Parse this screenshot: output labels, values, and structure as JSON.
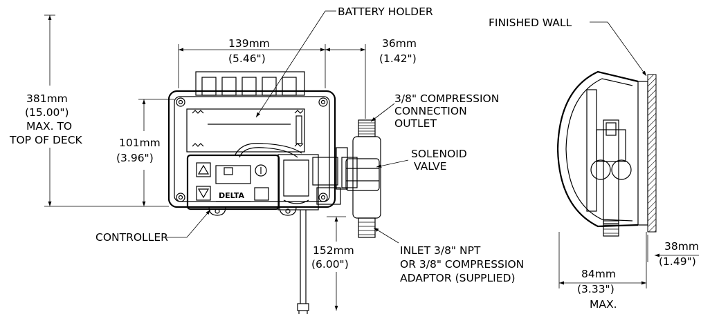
{
  "labels": {
    "battery_holder": "BATTERY HOLDER",
    "finished_wall": "FINISHED WALL",
    "dim_width_mm": "139mm",
    "dim_width_in": "(5.46\")",
    "dim_outlet_mm": "36mm",
    "dim_outlet_in": "(1.42\")",
    "outlet_line1": "3/8\" COMPRESSION",
    "outlet_line2": "CONNECTION",
    "outlet_line3": "OUTLET",
    "dim_height_mm": "381mm",
    "dim_height_in": "(15.00\")",
    "height_note1": "MAX. TO",
    "height_note2": "TOP OF DECK",
    "dim_box_mm": "101mm",
    "dim_box_in": "(3.96\")",
    "solenoid1": "SOLENOID",
    "solenoid2": "VALVE",
    "controller": "CONTROLLER",
    "dim_cable_mm": "152mm",
    "dim_cable_in": "(6.00\")",
    "inlet1": "INLET 3/8\" NPT",
    "inlet2": "OR 3/8\" COMPRESSION",
    "inlet3": "ADAPTOR (SUPPLIED)",
    "dim_depth_mm": "84mm",
    "dim_depth_in": "(3.33\")",
    "dim_depth_note": "MAX.",
    "dim_wall_mm": "38mm",
    "dim_wall_in": "(1.49\")",
    "brand": "DELTA"
  }
}
